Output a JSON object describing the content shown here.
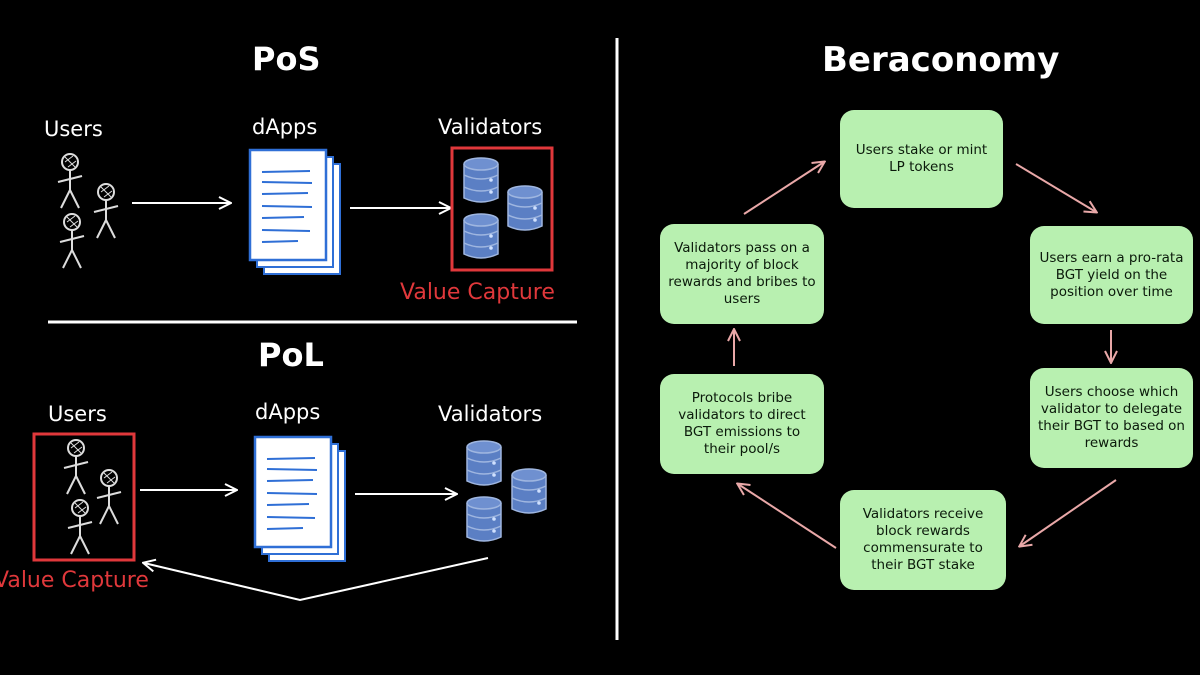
{
  "left": {
    "pos": {
      "title": "PoS",
      "users_label": "Users",
      "dapps_label": "dApps",
      "validators_label": "Validators",
      "value_capture": "Value Capture"
    },
    "pol": {
      "title": "PoL",
      "users_label": "Users",
      "dapps_label": "dApps",
      "validators_label": "Validators",
      "value_capture": "Value Capture"
    }
  },
  "right": {
    "title": "Beraconomy",
    "steps": [
      "Users stake or mint LP tokens",
      "Users earn a pro-rata BGT yield on the position over time",
      "Users choose which validator to delegate their BGT to based on rewards",
      "Validators receive block rewards commensurate to their BGT stake",
      "Protocols bribe validators to direct BGT emissions to their pool/s",
      "Validators pass on a majority of block rewards and bribes to users"
    ]
  },
  "colors": {
    "background": "#000000",
    "box_fill": "#b8f0b0",
    "highlight_red": "#e0383b",
    "doc_blue": "#2f6fd6",
    "db_blue": "#5b7fc4",
    "arrow_pink": "#e9a8a8"
  }
}
